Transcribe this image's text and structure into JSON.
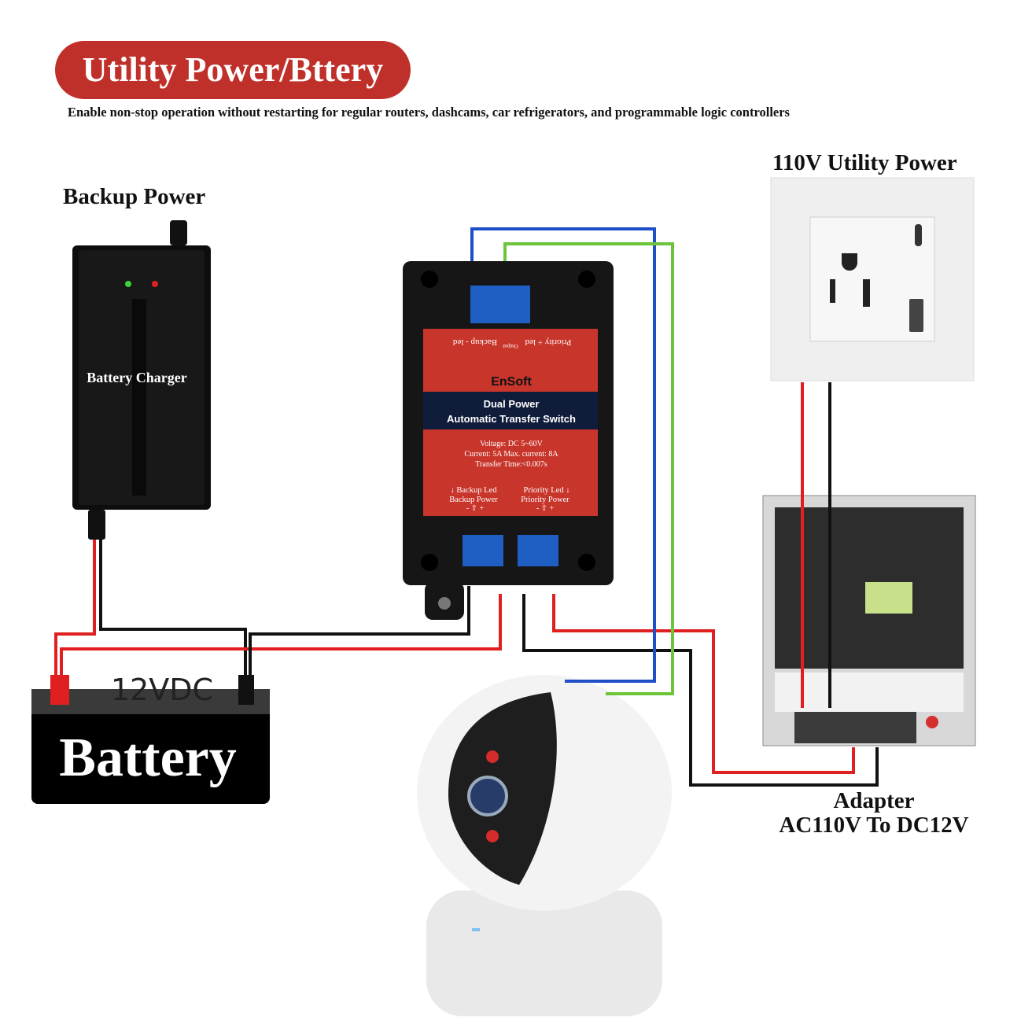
{
  "header": {
    "title": "Utility Power/Bttery",
    "subtitle": "Enable non-stop operation without restarting for regular routers, dashcams, car refrigerators, and programmable logic controllers"
  },
  "labels": {
    "backup_power": "Backup Power",
    "utility_power": "110V Utility Power",
    "adapter_line1": "Adapter",
    "adapter_line2": "AC110V To DC12V"
  },
  "charger": {
    "label": "Battery Charger"
  },
  "battery": {
    "voltage": "12VDC",
    "label": "Battery"
  },
  "switch_module": {
    "brand": "EnSoft",
    "name_line1": "Dual Power",
    "name_line2": "Automatic Transfer Switch",
    "top_mirrored_left": "Backup  -  led",
    "top_mirrored_right": "Priority  +  led",
    "top_mirrored_mid": "Output",
    "spec_voltage": "Voltage: DC 5~60V",
    "spec_current": "Current: 5A  Max. current: 8A",
    "spec_transfer": "Transfer Time:<0.007s",
    "left_led": "↓ Backup Led",
    "left_power": "Backup Power",
    "left_pins": "-  ⇧  +",
    "right_led": "Priority Led ↓",
    "right_power": "Priority Power",
    "right_pins": "-  ⇧  +"
  },
  "colors": {
    "title_pill": "#c0302a",
    "wire_red": "#e02020",
    "wire_black": "#111111",
    "wire_blue": "#1f4fc8",
    "wire_green": "#6cc43a",
    "module_red": "#c8352b",
    "module_navy": "#0f1d3a"
  }
}
